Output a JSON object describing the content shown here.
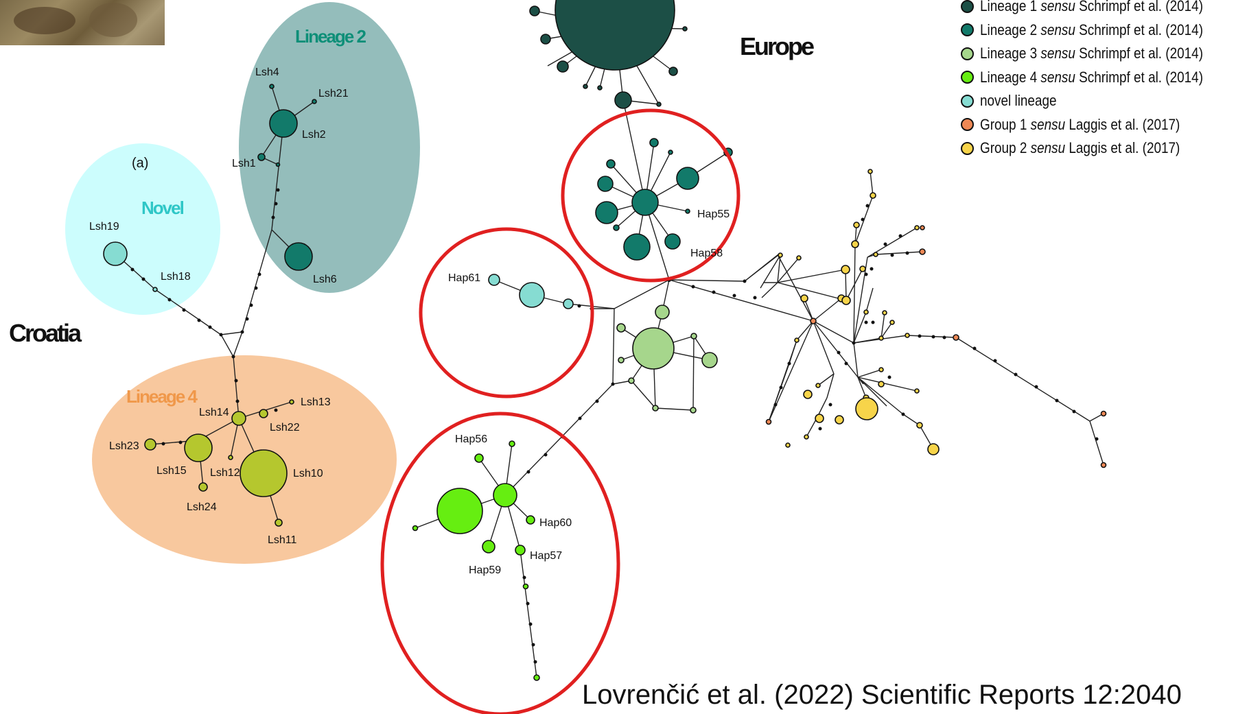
{
  "regions": {
    "croatia": "Croatia",
    "europe": "Europe"
  },
  "clusters": {
    "lineage2": "Lineage 2",
    "novel": "Novel",
    "lineage4": "Lineage 4",
    "panel": "(a)"
  },
  "haplotypes": {
    "lsh4": "Lsh4",
    "lsh21": "Lsh21",
    "lsh2": "Lsh2",
    "lsh1": "Lsh1",
    "lsh6": "Lsh6",
    "lsh19": "Lsh19",
    "lsh18": "Lsh18",
    "lsh13": "Lsh13",
    "lsh14": "Lsh14",
    "lsh22": "Lsh22",
    "lsh23": "Lsh23",
    "lsh15": "Lsh15",
    "lsh12": "Lsh12",
    "lsh10": "Lsh10",
    "lsh24": "Lsh24",
    "lsh11": "Lsh11",
    "hap55": "Hap55",
    "hap58": "Hap58",
    "hap61": "Hap61",
    "hap56": "Hap56",
    "hap60": "Hap60",
    "hap57": "Hap57",
    "hap59": "Hap59"
  },
  "legend": [
    {
      "pre": "Lineage 1 ",
      "em": "sensu",
      "post": " Schrimpf et al. (2014)",
      "color": "#1c4f46"
    },
    {
      "pre": "Lineage 2 ",
      "em": "sensu",
      "post": " Schrimpf et al. (2014)",
      "color": "#127a6a"
    },
    {
      "pre": "Lineage 3 ",
      "em": "sensu",
      "post": " Schrimpf et al. (2014)",
      "color": "#a6d68c"
    },
    {
      "pre": "Lineage 4 ",
      "em": "sensu",
      "post": " Schrimpf et al. (2014)",
      "color": "#66ee11"
    },
    {
      "pre": "novel lineage",
      "em": "",
      "post": "",
      "color": "#86dcd2"
    },
    {
      "pre": "Group 1 ",
      "em": "sensu",
      "post": " Laggis et al. (2017)",
      "color": "#ee8855"
    },
    {
      "pre": "Group 2 ",
      "em": "sensu",
      "post": " Laggis et al. (2017)",
      "color": "#f7d44a"
    }
  ],
  "citation": "Lovrenčić et al. (2022) Scientific Reports 12:2040",
  "colors": {
    "lineage1": "#1c4f46",
    "lineage2": "#127a6a",
    "lineage3": "#a6d68c",
    "lineage4": "#66ee11",
    "lineage4_croatia": "#b5c72e",
    "novel": "#86dcd2",
    "group1": "#ee8855",
    "group2": "#f7d44a",
    "highlight": "#e02020"
  }
}
